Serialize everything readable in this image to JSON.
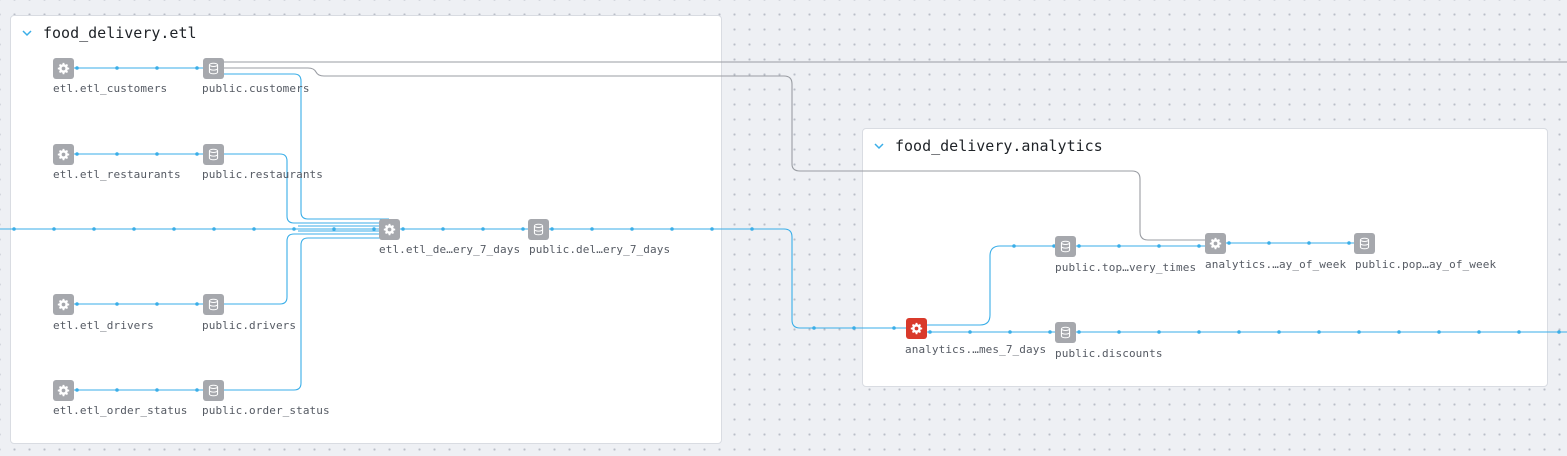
{
  "groups": {
    "etl": {
      "title": "food_delivery.etl"
    },
    "analytics": {
      "title": "food_delivery.analytics"
    }
  },
  "nodes": {
    "etl_customers": {
      "label": "etl.etl_customers",
      "icon": "gear-icon"
    },
    "public_customers": {
      "label": "public.customers",
      "icon": "database-icon"
    },
    "etl_restaurants": {
      "label": "etl.etl_restaurants",
      "icon": "gear-icon"
    },
    "public_restaurants": {
      "label": "public.restaurants",
      "icon": "database-icon"
    },
    "etl_deliveries": {
      "label": "etl.etl_de…ery_7_days",
      "icon": "gear-icon"
    },
    "public_deliveries": {
      "label": "public.del…ery_7_days",
      "icon": "database-icon"
    },
    "etl_drivers": {
      "label": "etl.etl_drivers",
      "icon": "gear-icon"
    },
    "public_drivers": {
      "label": "public.drivers",
      "icon": "database-icon"
    },
    "etl_order_status": {
      "label": "etl.etl_order_status",
      "icon": "gear-icon"
    },
    "public_order_status": {
      "label": "public.order_status",
      "icon": "database-icon"
    },
    "public_top_delivery_times": {
      "label": "public.top…very_times",
      "icon": "database-icon"
    },
    "analytics_day_of_week": {
      "label": "analytics.…ay_of_week",
      "icon": "gear-icon"
    },
    "public_pop_day_of_week": {
      "label": "public.pop…ay_of_week",
      "icon": "database-icon"
    },
    "analytics_mes_7_days": {
      "label": "analytics.…mes_7_days",
      "icon": "gear-icon",
      "status": "error"
    },
    "public_discounts": {
      "label": "public.discounts",
      "icon": "database-icon"
    }
  },
  "colors": {
    "edge_primary": "#3aaee8",
    "edge_secondary": "#9a9da3",
    "node_default": "#a6a8ad",
    "node_error": "#d93a2b"
  }
}
